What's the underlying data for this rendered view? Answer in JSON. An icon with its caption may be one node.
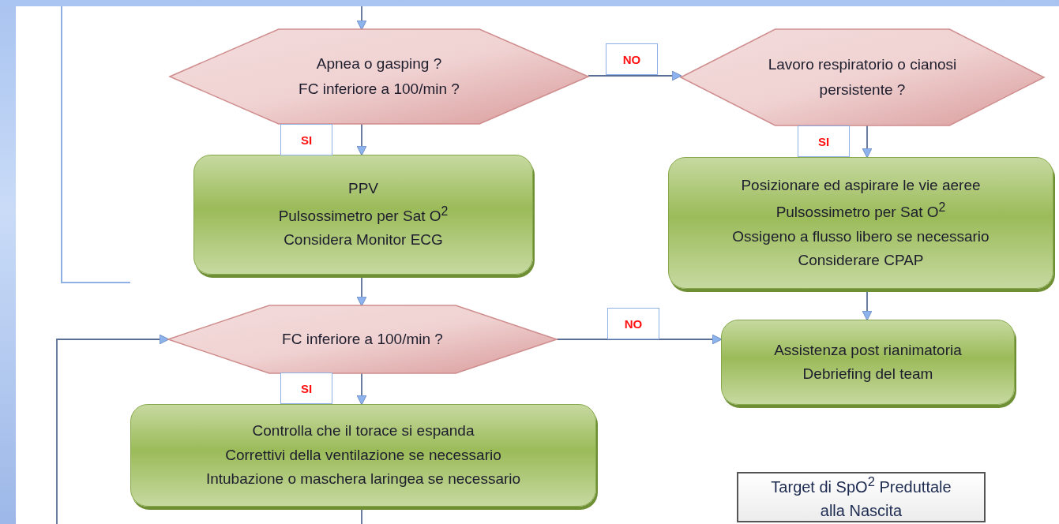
{
  "diagram": {
    "nodes": [
      {
        "text": [
          "Apnea o gasping ?",
          "FC inferiore a 100/min ?"
        ]
      },
      {
        "text": [
          "Lavoro respiratorio o cianosi persistente ?"
        ]
      },
      {
        "text": [
          "PPV",
          "Pulsossimetro per Sat O$^{2}$",
          "Considera Monitor ECG"
        ]
      },
      {
        "text": [
          "Posizionare ed aspirare le vie aeree",
          "Pulsossimetro per Sat O$^{2}$",
          "Ossigeno a flusso libero se necessario",
          "Considerare CPAP"
        ]
      },
      {
        "text": [
          "FC inferiore a 100/min ?"
        ]
      },
      {
        "text": [
          "Assistenza post rianimatoria",
          "Debriefing del team"
        ]
      },
      {
        "text": [
          "Controlla che il torace si espanda",
          "Correttivi della ventilazione se necessario",
          "Intubazione o maschera laringea se necessario"
        ]
      },
      {
        "text": [
          "Target di SpO$^{2}$ Preduttale alla Nascita"
        ]
      }
    ],
    "edges": [
      {
        "from": null,
        "to": 0,
        "arrow": "to"
      },
      {
        "from": 0,
        "to": 1,
        "arrow": "to",
        "label": "NO"
      },
      {
        "from": 0,
        "to": 2,
        "arrow": "to",
        "label": "SI"
      },
      {
        "from": 1,
        "to": 3,
        "arrow": "to",
        "label": "SI"
      },
      {
        "from": 2,
        "to": 4,
        "arrow": "to"
      },
      {
        "from": 3,
        "to": 5,
        "arrow": "to"
      },
      {
        "from": 4,
        "to": 5,
        "arrow": "to",
        "label": "NO"
      },
      {
        "from": 4,
        "to": 6,
        "arrow": "to",
        "label": "SI"
      },
      {
        "from": 6,
        "to": null,
        "arrow": "none"
      },
      {
        "from": null,
        "to": 4,
        "arrow": "to"
      }
    ]
  }
}
